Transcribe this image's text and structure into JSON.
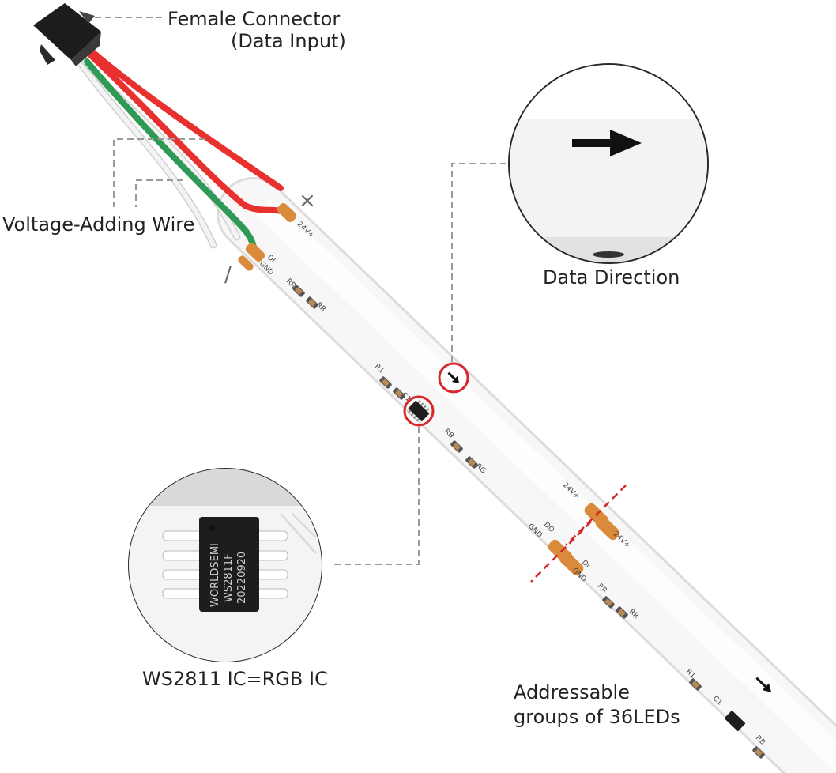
{
  "labels": {
    "female_connector": "Female Connector",
    "data_input": "(Data Input)",
    "voltage_adding_wire": "Voltage-Adding Wire",
    "data_direction": "Data Direction",
    "ws2811_ic": "WS2811 IC=RGB IC",
    "addressable_line1": "Addressable",
    "addressable_line2": "groups of 36LEDs"
  },
  "strip_marks": {
    "v24_start": "24V+",
    "di_start": "DI",
    "gnd_start": "GND",
    "rr_a": "RR",
    "rr_b": "RR",
    "r1_a": "R1",
    "c1_a": "C1",
    "rb_a": "RB",
    "rg_a": "RG",
    "v24_cut_left": "24V+",
    "v24_cut_right": "24V+",
    "do_cut": "DO",
    "gnd_cut_left": "GND",
    "di_cut": "DI",
    "gnd_cut_right": "GND",
    "rr_c": "RR",
    "rr_d": "RR",
    "r1_b": "R1",
    "c1_b": "C1",
    "rb_b": "RB"
  },
  "polarity": {
    "plus": "×",
    "minus": "/"
  },
  "chip_text": {
    "line1": "WORLDSEMI",
    "line2": "WS2811F",
    "line3": "20220920"
  },
  "colors": {
    "wire_red": "#e8302f",
    "wire_green": "#2e9a55",
    "wire_white": "#f1f1f1",
    "strip": "#f6f6f6",
    "pad": "#d98a3a",
    "cut_line": "#d8262a",
    "highlight_circle": "#d8262a",
    "leader_line": "#9a9a9a"
  }
}
